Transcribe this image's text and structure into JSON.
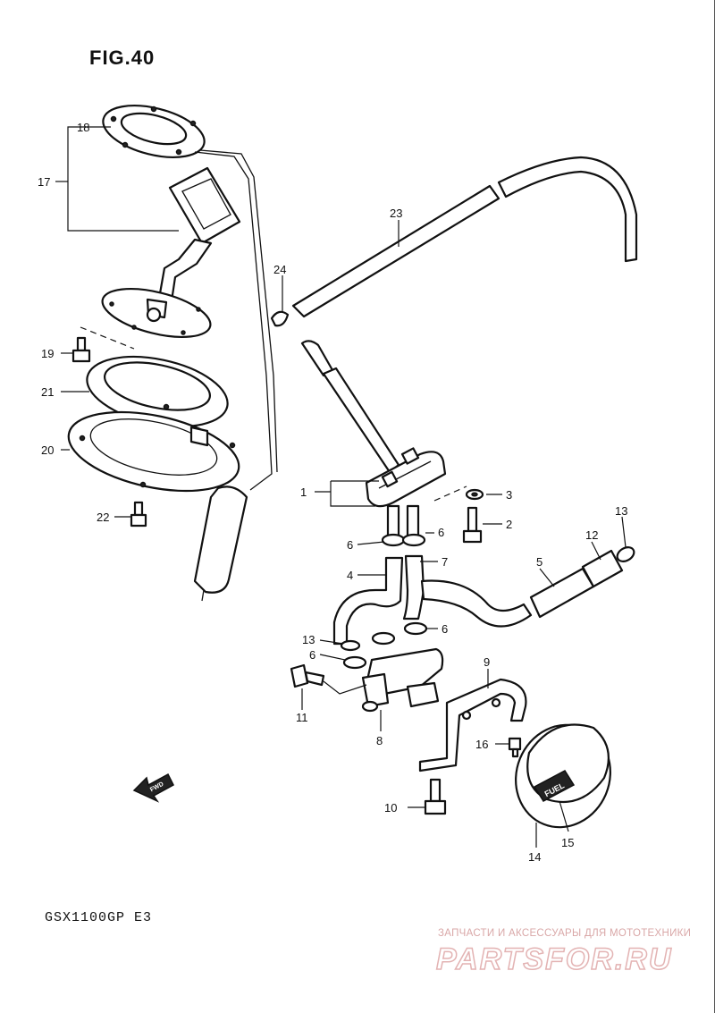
{
  "figure": {
    "title": "FIG.40",
    "model": "GSX1100GP  E3"
  },
  "callouts": {
    "p1": "1",
    "p2": "2",
    "p3": "3",
    "p4": "4",
    "p5": "5",
    "p6a": "6",
    "p6b": "6",
    "p6c": "6",
    "p6d": "6",
    "p7": "7",
    "p8": "8",
    "p9": "9",
    "p10": "10",
    "p11": "11",
    "p12": "12",
    "p13a": "13",
    "p13b": "13",
    "p14": "14",
    "p15": "15",
    "p16": "16",
    "p17": "17",
    "p18": "18",
    "p19": "19",
    "p20": "20",
    "p21": "21",
    "p22": "22",
    "p23": "23",
    "p24": "24"
  },
  "markings": {
    "fwd": "FWD",
    "fuel": "FUEL"
  },
  "watermark": {
    "caption": "ЗАПЧАСТИ И АКСЕССУАРЫ ДЛЯ МОТОТЕХНИКИ",
    "logo": "PARTSFOR.RU"
  }
}
